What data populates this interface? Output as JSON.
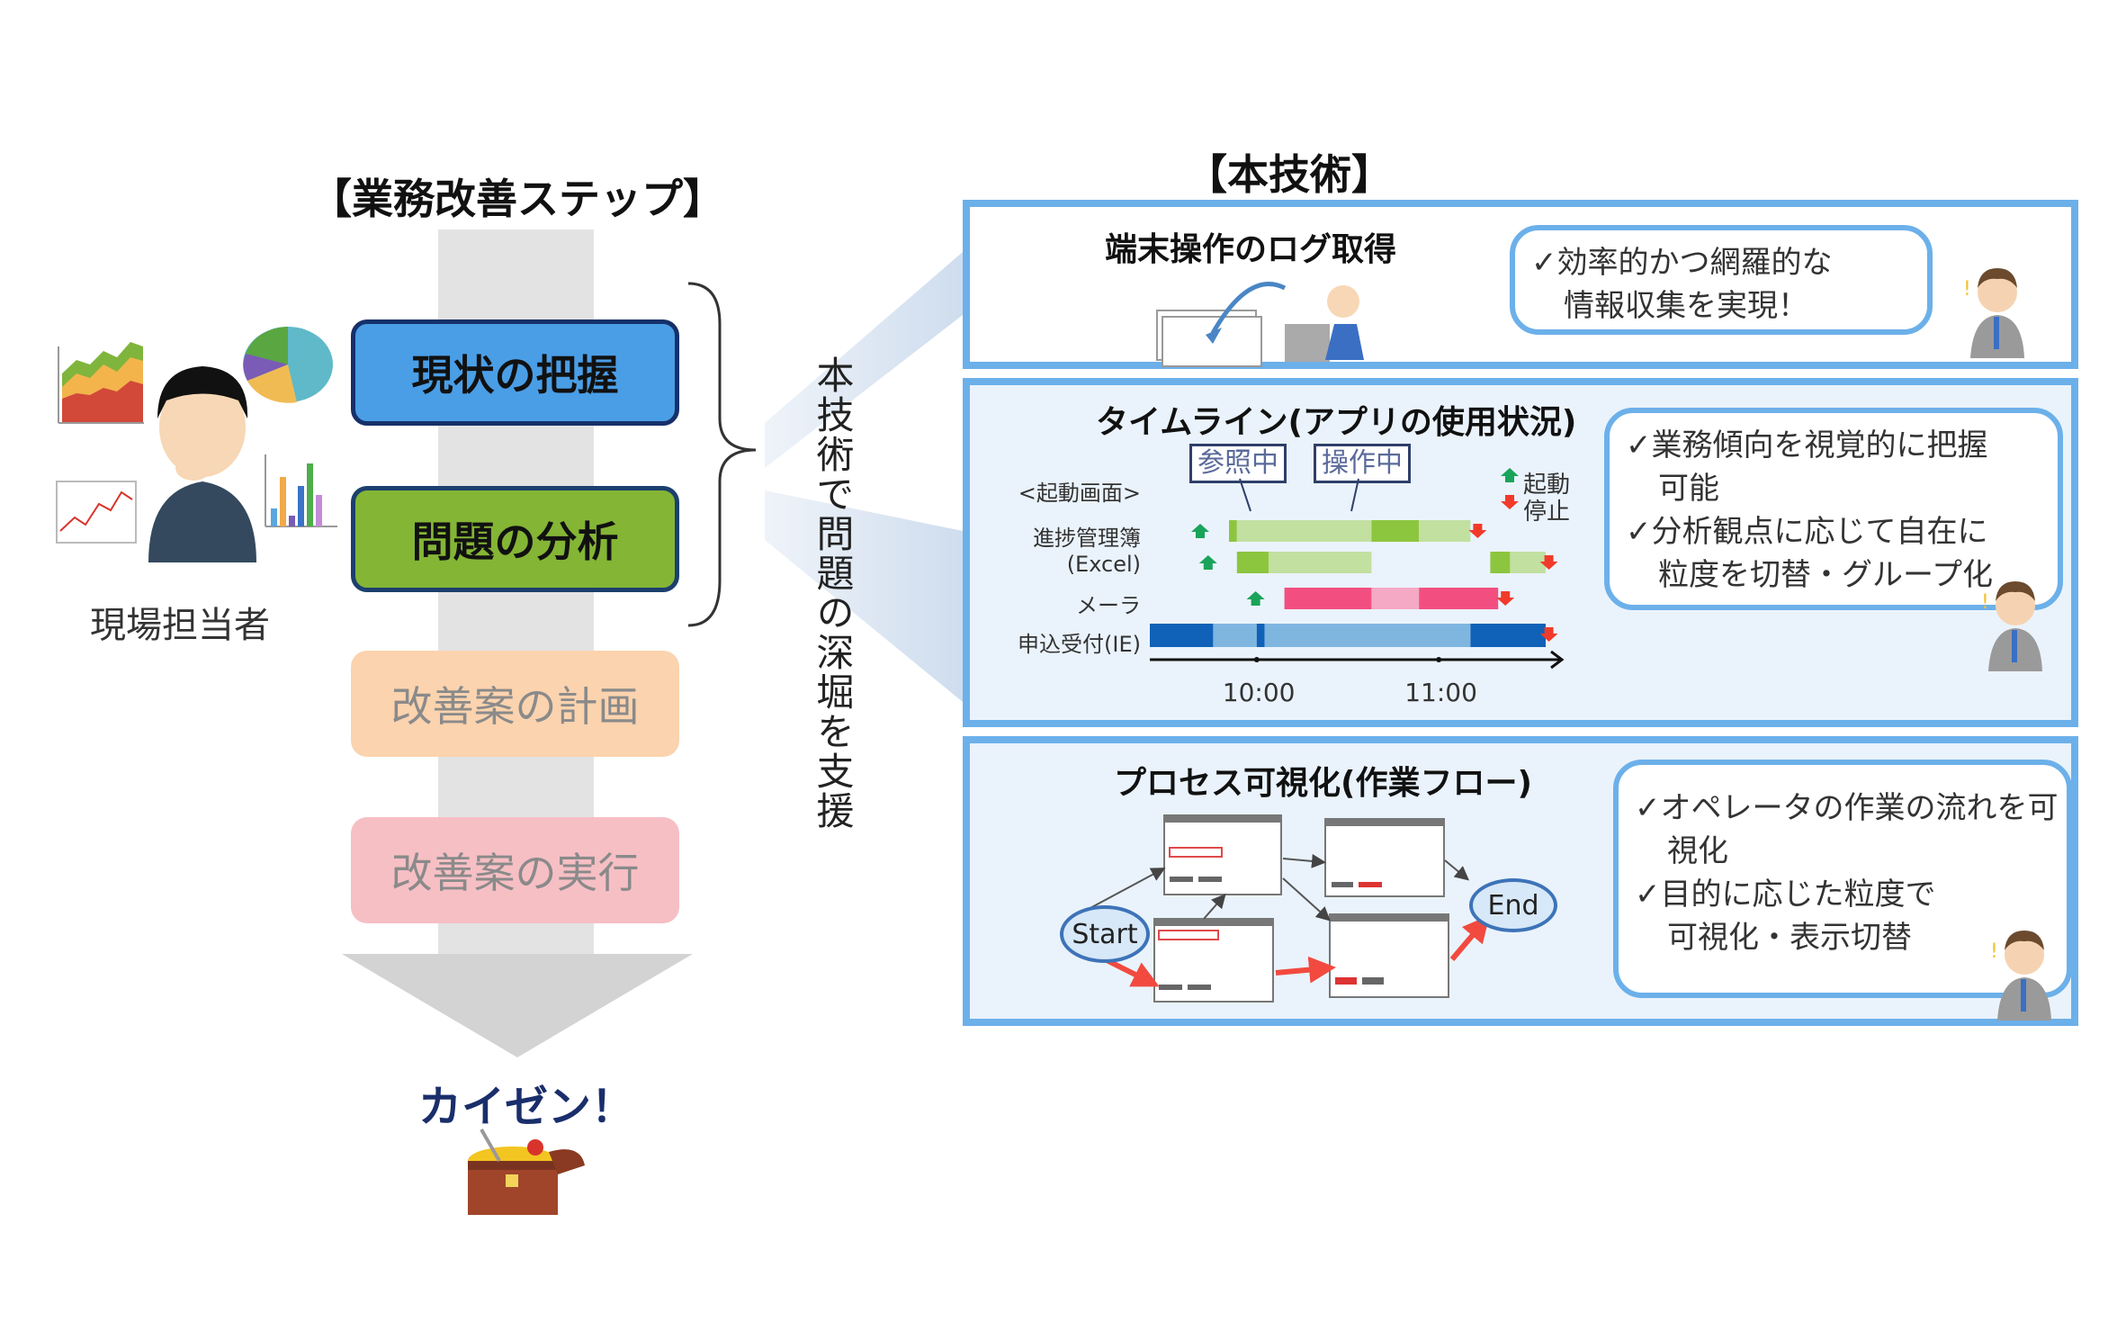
{
  "left": {
    "title": "【業務改善ステップ】",
    "steps": [
      {
        "label": "現状の把握",
        "color": "#4a9ee6"
      },
      {
        "label": "問題の分析",
        "color": "#84b535"
      },
      {
        "label": "改善案の計画",
        "color": "#fbd3ae"
      },
      {
        "label": "改善案の実行",
        "color": "#f6bfc4"
      }
    ],
    "person_label": "現場担当者",
    "result_label": "カイゼン！"
  },
  "center": {
    "vertical_text": "本技術で問題の深堀を支援"
  },
  "right": {
    "title": "【本技術】",
    "panels": [
      {
        "title": "端末操作のログ取得",
        "bullets": [
          {
            "text": "✓効率的かつ網羅的な",
            "cont": "情報収集を実現！"
          }
        ]
      },
      {
        "title": "タイムライン(アプリの使用状況)",
        "bullets": [
          {
            "text": "✓業務傾向を視覚的に把握",
            "cont": "可能"
          },
          {
            "text": "✓分析観点に応じて自在に",
            "cont": "粒度を切替・グループ化"
          }
        ],
        "timeline": {
          "header_label": "<起動画面>",
          "legend_reference": "参照中",
          "legend_operation": "操作中",
          "legend_start": "起動",
          "legend_stop": "停止",
          "rows": [
            {
              "label": "進捗管理簿",
              "segments": [
                [
                  0.2,
                  0.22,
                  "op"
                ],
                [
                  0.22,
                  0.56,
                  "ref"
                ],
                [
                  0.56,
                  0.68,
                  "op"
                ],
                [
                  0.68,
                  0.81,
                  "ref"
                ]
              ],
              "start": 0.15,
              "stop": 0.86,
              "palette": "green"
            },
            {
              "label": "(Excel)",
              "segments": [
                [
                  0.22,
                  0.3,
                  "op"
                ],
                [
                  0.3,
                  0.56,
                  "ref"
                ],
                [
                  0.86,
                  0.91,
                  "op"
                ],
                [
                  0.91,
                  1.0,
                  "ref"
                ]
              ],
              "start": 0.17,
              "stop": 1.04,
              "palette": "green"
            },
            {
              "label": "メーラ",
              "segments": [
                [
                  0.34,
                  0.56,
                  "op"
                ],
                [
                  0.56,
                  0.68,
                  "ref"
                ],
                [
                  0.68,
                  0.88,
                  "op"
                ]
              ],
              "start": 0.29,
              "stop": 0.93,
              "palette": "pink"
            },
            {
              "label": "申込受付(IE)",
              "segments": [
                [
                  0.0,
                  0.16,
                  "op"
                ],
                [
                  0.16,
                  0.27,
                  "ref"
                ],
                [
                  0.27,
                  0.29,
                  "op"
                ],
                [
                  0.29,
                  0.81,
                  "ref"
                ],
                [
                  0.81,
                  1.0,
                  "op"
                ]
              ],
              "stop": 1.04,
              "palette": "blue"
            }
          ],
          "ticks": [
            {
              "label": "10:00",
              "pos": 0.27
            },
            {
              "label": "11:00",
              "pos": 0.73
            }
          ]
        }
      },
      {
        "title": "プロセス可視化(作業フロー)",
        "bullets": [
          {
            "text": "✓オペレータの作業の流れを可",
            "cont": "視化"
          },
          {
            "text": "✓目的に応じた粒度で",
            "cont": "可視化・表示切替"
          }
        ],
        "flow": {
          "start_label": "Start",
          "end_label": "End"
        }
      }
    ]
  },
  "colors": {
    "panel_border": "#6cb0ea",
    "panel_bg": "#eaf3fc",
    "green_op": "#8cc63f",
    "green_ref": "#c2e0a0",
    "pink_op": "#f24f80",
    "pink_ref": "#f5a9c4",
    "blue_op": "#0f62b7",
    "blue_ref": "#7fb6e0",
    "arrow_up": "#1aa35a",
    "arrow_down": "#f23a2a"
  }
}
